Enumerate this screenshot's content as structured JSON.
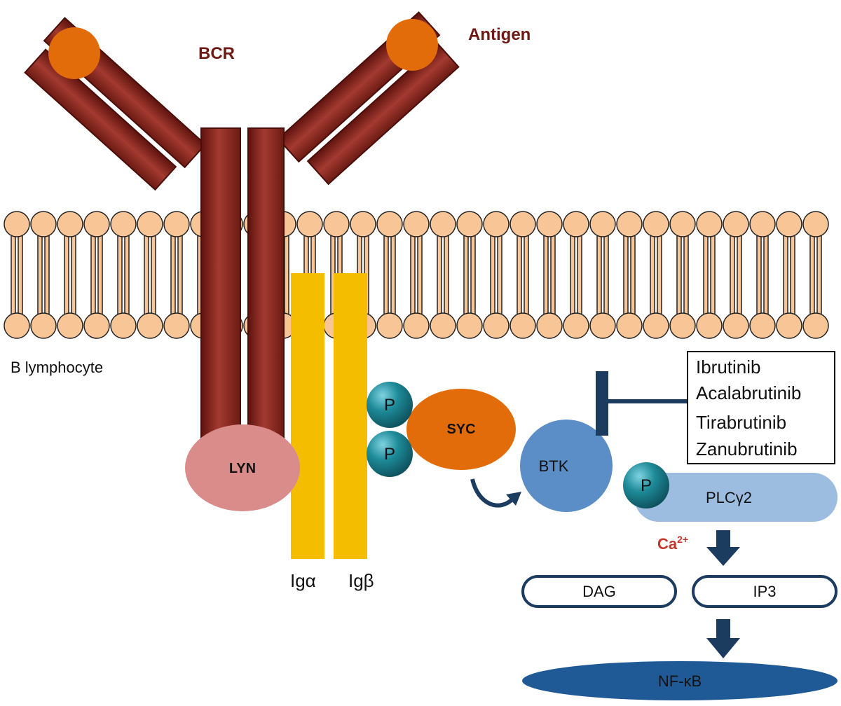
{
  "labels": {
    "bcr": "BCR",
    "antigen": "Antigen",
    "cell": "B lymphocyte",
    "lyn": "LYN",
    "syc": "SYC",
    "ig_alpha": "Igα",
    "ig_beta": "Igβ",
    "phospho_1": "P",
    "phospho_2": "P",
    "phospho_3": "P",
    "btk": "BTK",
    "plc": "PLCγ2",
    "calcium": "Ca",
    "calcium_sup": "2+",
    "dag": "DAG",
    "ip3": "IP3",
    "nfkb": "NF-κB"
  },
  "inhibitors": [
    "Ibrutinib",
    "Acalabrutinib",
    "Tirabrutinib",
    "Zanubrutinib"
  ],
  "colors": {
    "receptor": "#8e2a22",
    "receptor_dark": "#5e130e",
    "antigen": "#e36c0a",
    "lipid_head": "#f8c597",
    "ig_chain": "#f5bd00",
    "lyn": "#d98c8a",
    "syc": "#e36c0a",
    "phospho": "#1e7e8c",
    "btk": "#5b8ec6",
    "plc": "#9dbde0",
    "navy": "#1b3b5f",
    "calcium": "#c0392b"
  }
}
